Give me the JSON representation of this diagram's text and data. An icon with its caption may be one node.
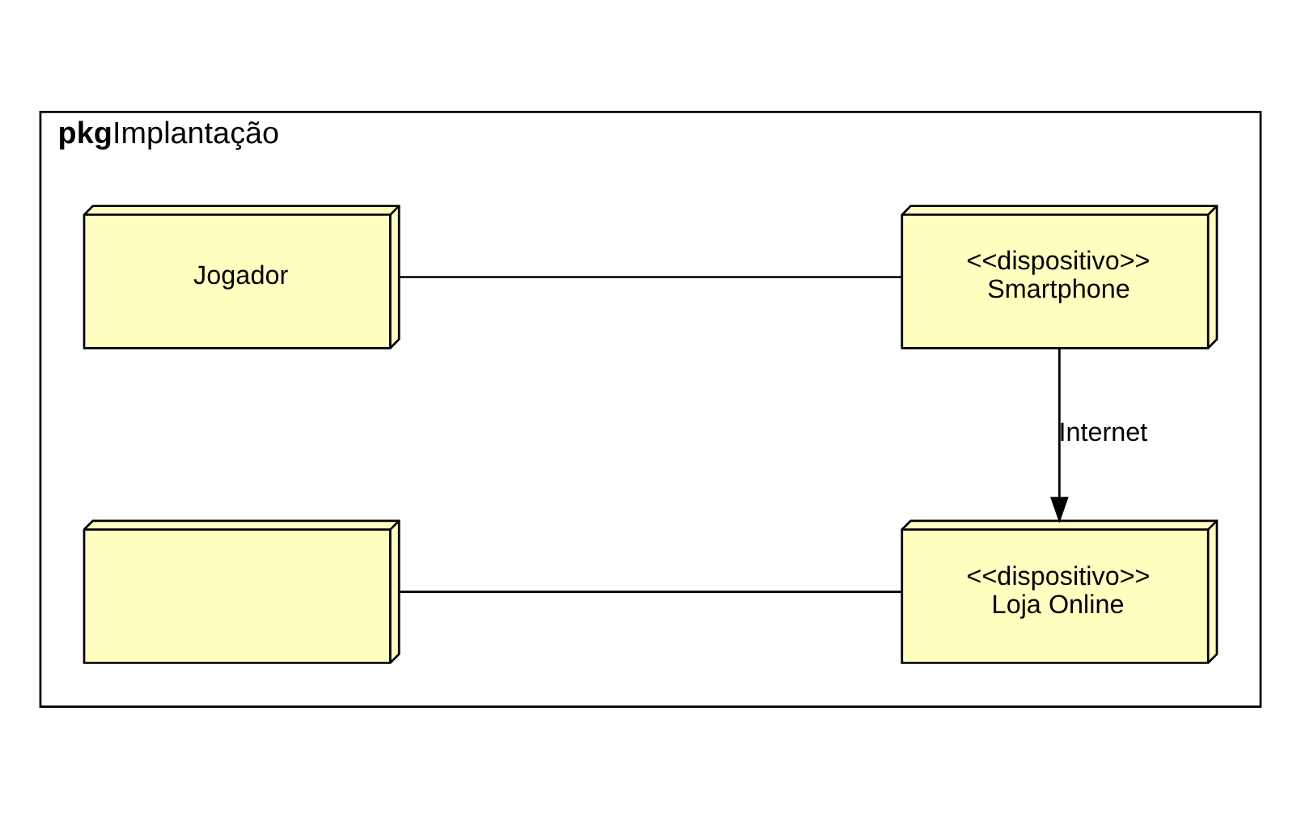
{
  "diagram": {
    "nodes": [
      {
        "text": [
          "pkg",
          "Implantação"
        ]
      },
      {
        "text": [
          "Jogador"
        ],
        "in": 0
      },
      {
        "text": [
          "<<dispositivo>>",
          "Smartphone"
        ],
        "in": 0
      },
      {
        "text": [],
        "shape": "box",
        "in": 0
      },
      {
        "text": [
          "<<dispositivo>>",
          "Loja Online"
        ],
        "in": 0
      }
    ],
    "edges": [
      {
        "from": 1,
        "to": 2,
        "arrow": "none"
      },
      {
        "from": 2,
        "to": 4,
        "arrow": "to",
        "label": "Internet"
      },
      {
        "from": 3,
        "to": 4,
        "arrow": "none"
      }
    ]
  }
}
